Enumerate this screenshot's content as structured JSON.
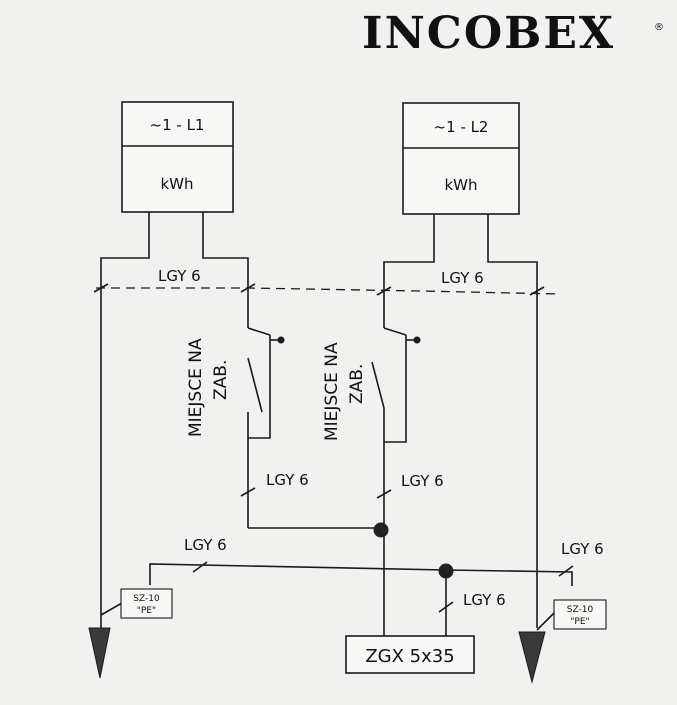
{
  "logo": {
    "text": "INCOBEX",
    "mark": "®"
  },
  "meters": [
    {
      "phase": "~1 - L1",
      "unit": "kWh"
    },
    {
      "phase": "~1 - L2",
      "unit": "kWh"
    }
  ],
  "cables": {
    "top_left": "LGY 6",
    "top_right": "LGY 6",
    "mid_left": "LGY 6",
    "mid_right": "LGY 6",
    "pe_left": "LGY 6",
    "pe_right": "LGY 6",
    "pe_down": "LGY 6"
  },
  "breakers": [
    {
      "line1": "MIEJSCE NA",
      "line2": "ZAB."
    },
    {
      "line1": "MIEJSCE NA",
      "line2": "ZAB."
    }
  ],
  "ground_labels": [
    {
      "line1": "SZ-10",
      "line2": "\"PE\""
    },
    {
      "line1": "SZ-10",
      "line2": "\"PE\""
    }
  ],
  "terminal_box": "ZGX 5x35",
  "colors": {
    "ink": "#1a1a1a",
    "paper": "#f1f1ef"
  }
}
